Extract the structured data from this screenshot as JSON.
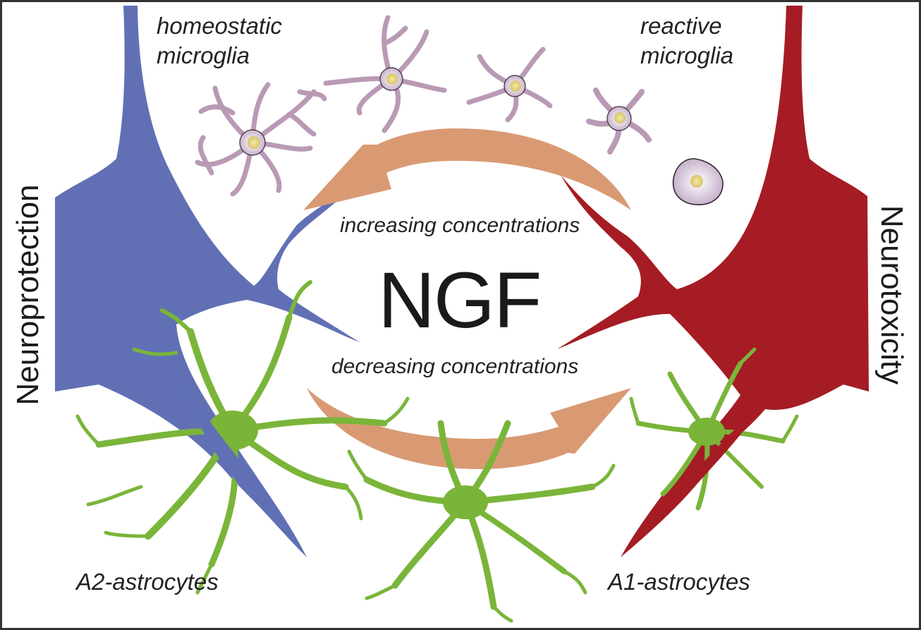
{
  "diagram": {
    "center_label": "NGF",
    "left_label": "Neuroprotection",
    "right_label": "Neurotoxicity",
    "top_arrow_label": "increasing concentrations",
    "bottom_arrow_label": "decreasing concentrations",
    "microglia_left_label": [
      "homeostatic",
      "microglia"
    ],
    "microglia_right_label": [
      "reactive",
      "microglia"
    ],
    "astro_left_label": "A2-astrocytes",
    "astro_right_label": "A1-astrocytes"
  },
  "colors": {
    "neuroprotection": "#6170b5",
    "neurotoxicity": "#a51c24",
    "astrocyte": "#7ab53a",
    "arrow": "#d99a73",
    "microglia": "#b99ab5",
    "nucleus": "#e8dc8a"
  }
}
